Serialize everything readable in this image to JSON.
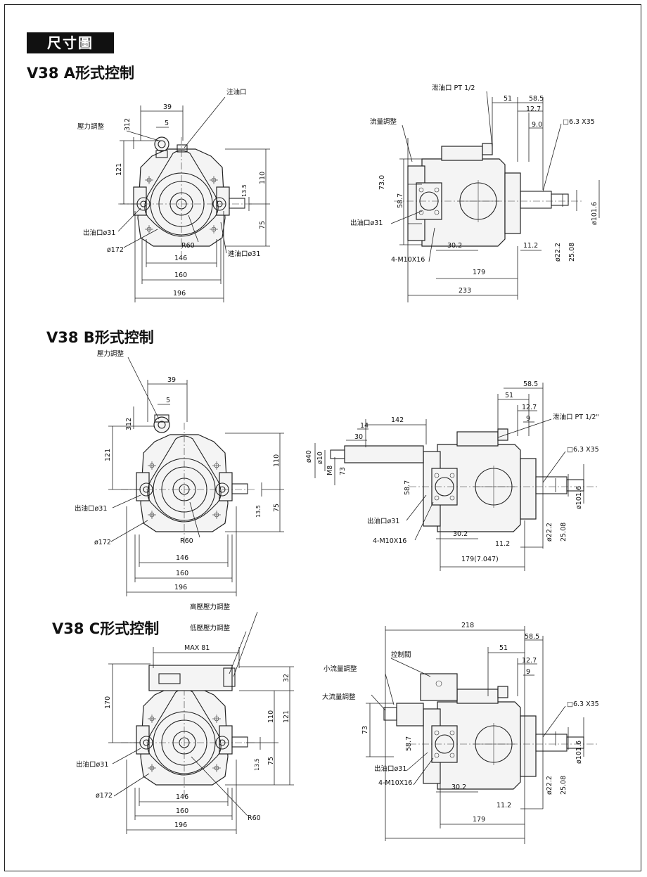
{
  "header": {
    "title": "尺寸圖"
  },
  "sections": [
    {
      "id": "A",
      "model": "V38",
      "letter": "A",
      "suffix": "形式控制",
      "front": {
        "labels": {
          "pressure_adjust": "壓力調整",
          "fill_port": "注油口",
          "outlet": "出油口ø31",
          "inlet": "進油口ø31",
          "dia172": "ø172",
          "r60": "R60"
        },
        "dims": {
          "d39": "39",
          "d5": "5",
          "d312": "312",
          "d121": "121",
          "d110": "110",
          "d75": "75",
          "d135": "13.5",
          "d146": "146",
          "d160": "160",
          "d196": "196"
        }
      },
      "side": {
        "labels": {
          "drain": "泄油口 PT 1/2",
          "flow_adjust": "流量調整",
          "outlet": "出油口ø31",
          "bolt": "4-M10X16",
          "key": "□6.3 X35",
          "shaft101": "ø101.6",
          "shaft22": "ø22.2",
          "d2508": "25.08"
        },
        "dims": {
          "d51": "51",
          "d585": "58.5",
          "d127": "12.7",
          "d90": "9.0",
          "d730": "73.0",
          "d587": "58.7",
          "d302": "30.2",
          "d112": "11.2",
          "d179": "179",
          "d233": "233"
        }
      }
    },
    {
      "id": "B",
      "model": "V38",
      "letter": "B",
      "suffix": "形式控制",
      "front": {
        "labels": {
          "pressure_adjust": "壓力調整",
          "outlet": "出油口ø31",
          "dia172": "ø172",
          "r60": "R60"
        },
        "dims": {
          "d39": "39",
          "d5": "5",
          "d312": "312",
          "d121": "121",
          "d110": "110",
          "d75": "75",
          "d135": "13.5",
          "d146": "146",
          "d160": "160",
          "d196": "196"
        }
      },
      "side": {
        "labels": {
          "drain": "泄油口 PT 1/2\"",
          "outlet": "出油口ø31",
          "bolt": "4-M10X16",
          "key": "□6.3 X35",
          "shaft101": "ø101.6",
          "shaft22": "ø22.2",
          "d2508": "25.08"
        },
        "dims": {
          "d585": "58.5",
          "d51": "51",
          "d127": "12.7",
          "d9": "9",
          "d142": "142",
          "d14": "14",
          "d30": "30",
          "d40": "ø40",
          "d10": "ø10",
          "m8": "M8",
          "d73": "73",
          "d587": "58.7",
          "d302": "30.2",
          "d112": "11.2",
          "d179": "179(7.047)"
        }
      }
    },
    {
      "id": "C",
      "model": "V38",
      "letter": "C",
      "suffix": "形式控制",
      "front": {
        "labels": {
          "high_pressure": "高壓壓力調整",
          "low_pressure": "低壓壓力調整",
          "outlet": "出油口ø31",
          "dia172": "ø172",
          "r60": "R60"
        },
        "dims": {
          "max81": "MAX 81",
          "d32": "32",
          "d170": "170",
          "d110": "110",
          "d121": "121",
          "d75": "75",
          "d135": "13.5",
          "d146": "146",
          "d160": "160",
          "d196": "196"
        }
      },
      "side": {
        "labels": {
          "control_valve": "控制閥",
          "small_flow": "小流量調整",
          "large_flow": "大流量調整",
          "outlet": "出油口ø31",
          "bolt": "4-M10X16",
          "key": "□6.3 X35",
          "shaft101": "ø101.6",
          "shaft22": "ø22.2",
          "d2508": "25.08"
        },
        "dims": {
          "d218": "218",
          "d585": "58.5",
          "d51": "51",
          "d127": "12.7",
          "d9": "9",
          "d73": "73",
          "d587": "58.7",
          "d302": "30.2",
          "d112": "11.2",
          "d179": "179"
        }
      }
    }
  ]
}
